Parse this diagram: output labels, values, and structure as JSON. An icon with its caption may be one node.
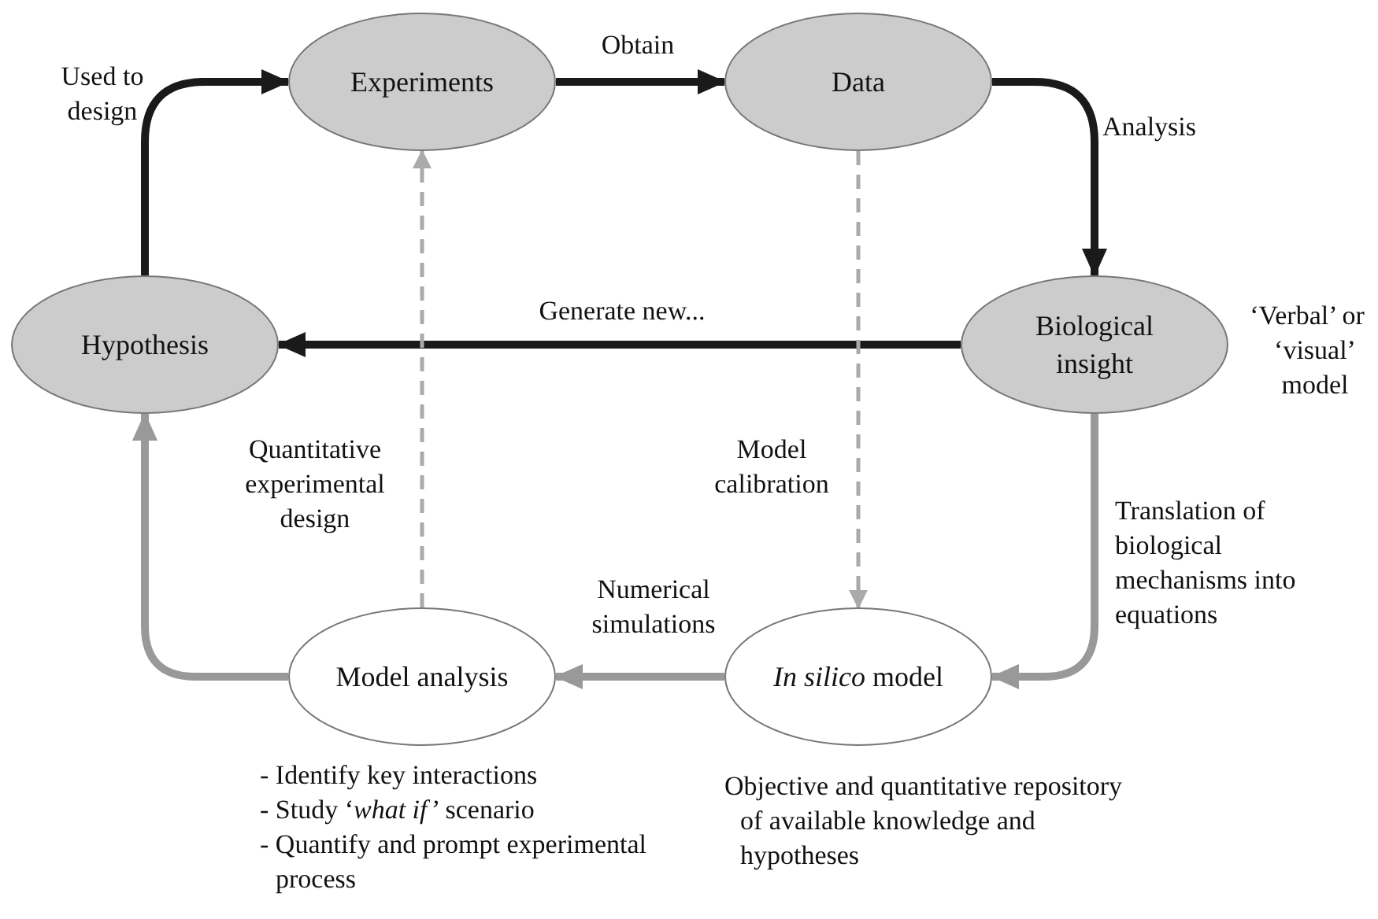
{
  "diagram": {
    "nodes": [
      {
        "text": [
          "Experiments"
        ]
      },
      {
        "text": [
          "Data"
        ]
      },
      {
        "text": [
          "Hypothesis"
        ]
      },
      {
        "text": [
          "Biological insight"
        ],
        "beside": [
          "‘Verbal’ or ‘visual’ model"
        ]
      },
      {
        "text": [
          "Model analysis"
        ],
        "beside": [
          "- Identify key interactions",
          "- Study ‘*what if’* scenario",
          "- Quantify and prompt experimental process"
        ]
      },
      {
        "text": [
          "*In silico* model"
        ],
        "beside": [
          "Objective and quantitative repository of available knowledge and hypotheses"
        ]
      }
    ],
    "edges": [
      {
        "from": 2,
        "to": 0,
        "arrow": "to",
        "label": "Used to design"
      },
      {
        "from": 0,
        "to": 1,
        "arrow": "to",
        "label": "Obtain"
      },
      {
        "from": 1,
        "to": 3,
        "arrow": "to",
        "label": "Analysis"
      },
      {
        "from": 3,
        "to": 2,
        "arrow": "to",
        "label": "Generate new..."
      },
      {
        "from": 3,
        "to": 5,
        "arrow": "to",
        "label": "Translation of biological mechanisms into equations",
        "color": "#999999"
      },
      {
        "from": 5,
        "to": 4,
        "arrow": "to",
        "label": "Numerical simulations",
        "color": "#999999"
      },
      {
        "from": 4,
        "to": 2,
        "arrow": "to",
        "color": "#999999"
      },
      {
        "from": 4,
        "to": 0,
        "arrow": "to",
        "label": "Quantitative experimental design",
        "style": "dashed",
        "color": "#aaaaaa"
      },
      {
        "from": 1,
        "to": 5,
        "arrow": "to",
        "label": "Model calibration",
        "style": "dashed",
        "color": "#aaaaaa"
      }
    ]
  }
}
